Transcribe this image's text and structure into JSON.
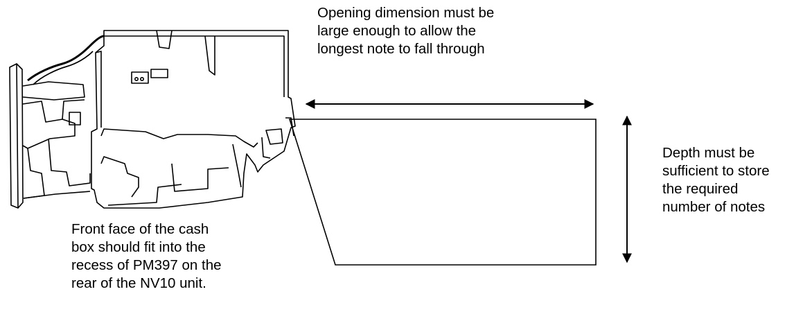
{
  "annotations": {
    "opening": "Opening dimension must be\nlarge enough to allow the\nlongest note to fall through",
    "depth": "Depth must be\nsufficient to store\nthe required\nnumber of notes",
    "front_face": "Front face of the cash\nbox should fit into the\nrecess of PM397 on the\nrear of the NV10 unit."
  },
  "colors": {
    "line": "#000000",
    "background": "#ffffff"
  },
  "icons": {
    "validator": "nv10-validator-side-view",
    "cashbox": "cash-box-outline",
    "opening_arrow": "double-headed-horizontal-arrow",
    "depth_arrow": "double-headed-vertical-arrow"
  }
}
